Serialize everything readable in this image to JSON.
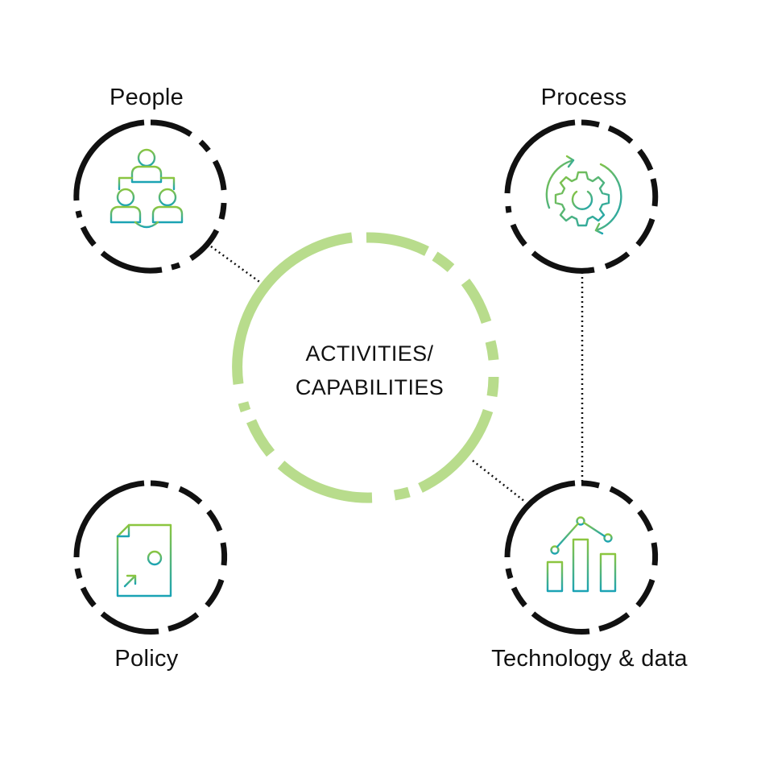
{
  "center": {
    "line1": "ACTIVITIES/",
    "line2": "CAPABILITIES"
  },
  "nodes": [
    {
      "id": "people",
      "label": "People",
      "icon": "people-network-icon"
    },
    {
      "id": "process",
      "label": "Process",
      "icon": "gear-cycle-icon"
    },
    {
      "id": "policy",
      "label": "Policy",
      "icon": "document-icon"
    },
    {
      "id": "technology",
      "label": "Technology & data",
      "icon": "bar-chart-icon"
    }
  ],
  "colors": {
    "ring": "#111111",
    "center_ring": "#b8dc8c",
    "icon_green": "#8cc63f",
    "icon_teal": "#1aa3b5",
    "connector": "#111111"
  }
}
